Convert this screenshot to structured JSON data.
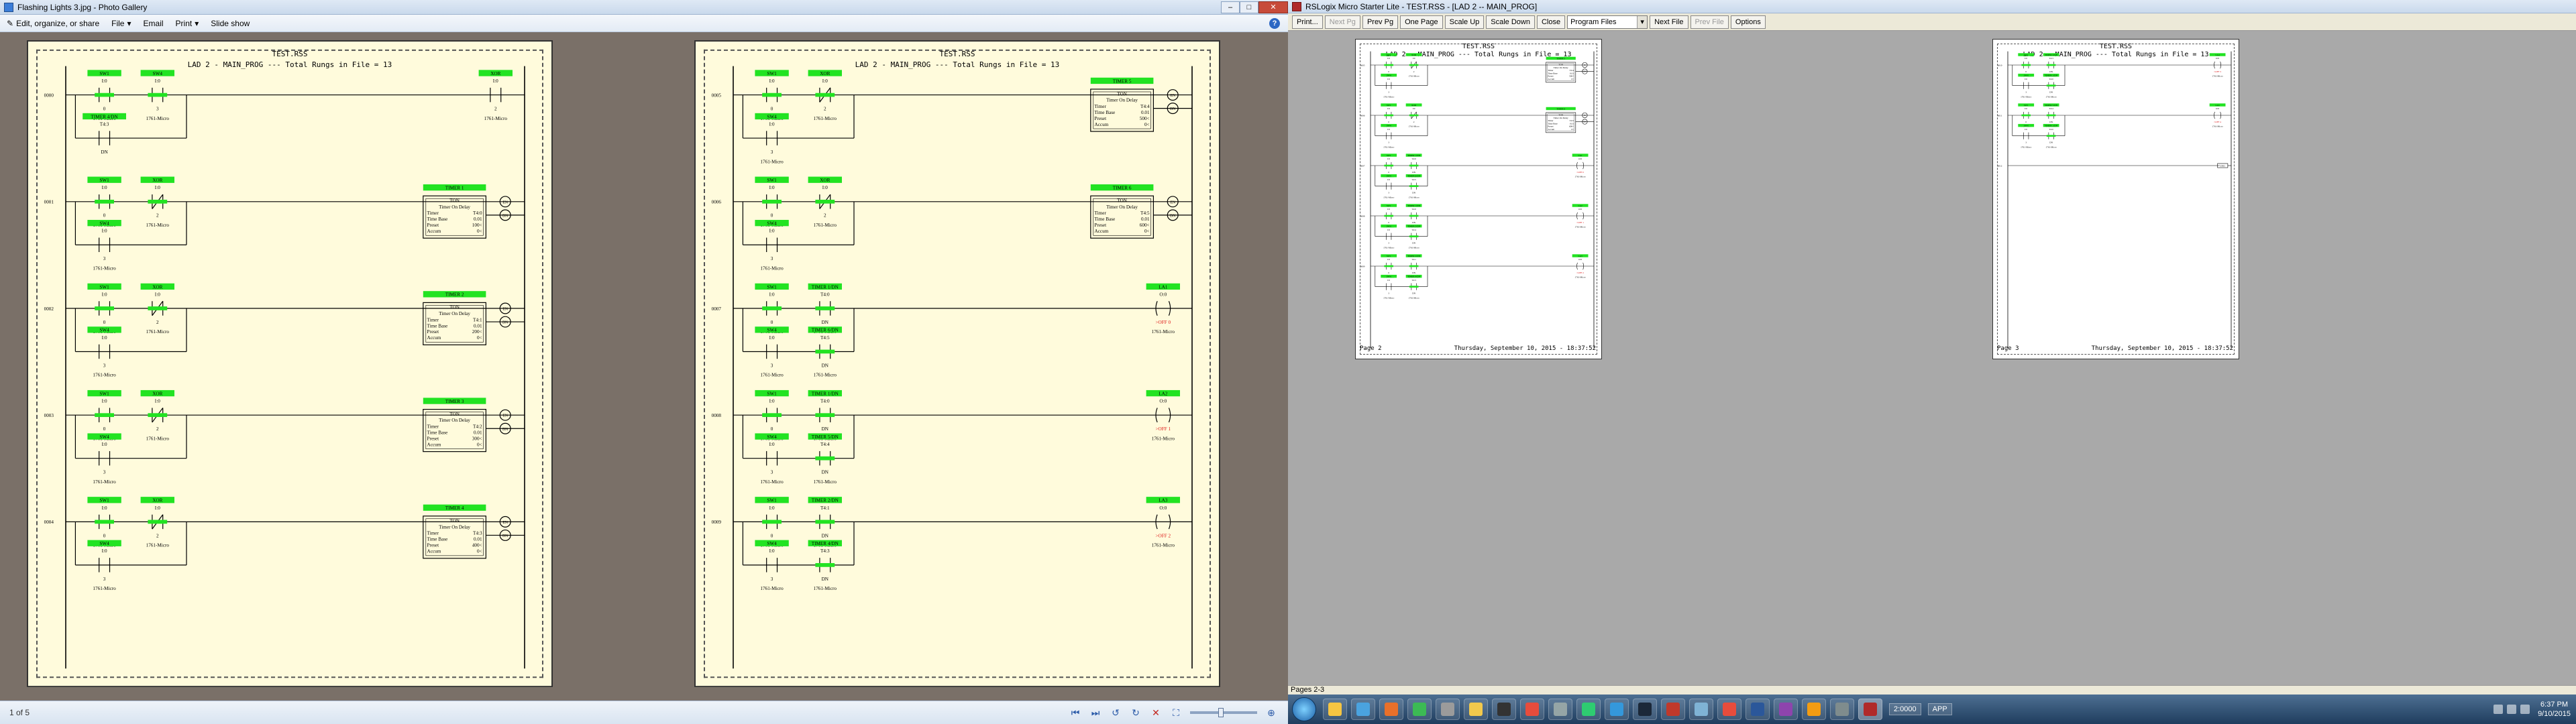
{
  "gallery": {
    "title": "Flashing Lights 3.jpg - Photo Gallery",
    "menu": [
      "Edit, organize, or share",
      "File",
      "Email",
      "Print",
      "Slide show"
    ],
    "status": "1 of 5",
    "page_left": {
      "file_label": "TEST.RSS",
      "lad_header": "LAD 2 - MAIN_PROG --- Total Rungs in File = 13"
    },
    "page_right": {
      "file_label": "TEST.RSS",
      "lad_header": "LAD 2 - MAIN_PROG --- Total Rungs in File = 13"
    }
  },
  "rslogix": {
    "title": "RSLogix Micro Starter Lite - TEST.RSS - [LAD 2 -- MAIN_PROG]",
    "toolbar": [
      "Print...",
      "Next Pg",
      "Prev Pg",
      "One Page",
      "Scale Up",
      "Scale Down",
      "Close"
    ],
    "view_select": "Program Files",
    "toolbar2": [
      "Next File",
      "Prev File",
      "Options"
    ],
    "status": "Pages 2-3",
    "page2": {
      "file_label": "TEST.RSS",
      "lad_header": "LAD 2 - MAIN_PROG --- Total Rungs in File = 13",
      "page_num": "Page 2",
      "date": "Thursday, September 10, 2015 - 18:37:52"
    },
    "page3": {
      "file_label": "TEST.RSS",
      "lad_header": "LAD 2 - MAIN_PROG --- Total Rungs in File = 13",
      "page_num": "Page 3",
      "date": "Thursday, September 10, 2015 - 18:37:52"
    }
  },
  "ladder": {
    "proc": "1761-Micro",
    "ton_title": "TON",
    "ton_sub": "Timer On Delay",
    "fields": [
      "Timer",
      "Time Base",
      "Preset",
      "Accum"
    ],
    "en": "EN",
    "dn": "DN",
    "end": "END",
    "rungs": {
      "0000": {
        "contacts": [
          "SW1",
          "SW4",
          "XOR"
        ],
        "addr": [
          "I:0",
          "I:0",
          "I:0"
        ],
        "bits": [
          "0",
          "3",
          "2"
        ]
      },
      "0001": {
        "contacts": [
          "SW1",
          "XOR",
          "SW4"
        ],
        "timer": {
          "label": "TIMER 1",
          "t": "T4:0",
          "base": "0.01",
          "preset": "100",
          "accum": "0"
        }
      },
      "0002": {
        "contacts": [
          "SW1",
          "XOR",
          "SW4"
        ],
        "timer": {
          "label": "TIMER 2",
          "t": "T4:1",
          "base": "0.01",
          "preset": "200",
          "accum": "0"
        }
      },
      "0003": {
        "contacts": [
          "SW1",
          "XOR",
          "SW4"
        ],
        "timer": {
          "label": "TIMER 3",
          "t": "T4:2",
          "base": "0.01",
          "preset": "300",
          "accum": "0"
        }
      },
      "0004": {
        "contacts": [
          "SW1",
          "XOR",
          "SW4"
        ],
        "timer": {
          "label": "TIMER 4",
          "t": "T4:3",
          "base": "0.01",
          "preset": "400",
          "accum": "0"
        }
      },
      "0005": {
        "contacts": [
          "SW1",
          "XOR",
          "SW4"
        ],
        "timer": {
          "label": "TIMER 5",
          "t": "T4:4",
          "base": "0.01",
          "preset": "500",
          "accum": "0"
        }
      },
      "0006": {
        "contacts": [
          "SW1",
          "XOR",
          "SW4"
        ],
        "timer": {
          "label": "TIMER 6",
          "t": "T4:5",
          "base": "0.01",
          "preset": "600",
          "accum": "0"
        }
      },
      "0007": {
        "contacts": [
          "SW1",
          "TIMER 1/DN",
          "SW4",
          "TIMER 6/DN"
        ],
        "out": {
          "label": "LA1",
          "addr": "O:0",
          "note": ">OFF 0"
        }
      },
      "0008": {
        "contacts": [
          "SW1",
          "TIMER 1/DN",
          "SW4",
          "TIMER 5/DN"
        ],
        "out": {
          "label": "LA2",
          "addr": "O:0",
          "note": ">OFF 1"
        }
      },
      "0009": {
        "contacts": [
          "SW1",
          "TIMER 2/DN",
          "SW4",
          "TIMER 4/DN"
        ],
        "out": {
          "label": "LA3",
          "addr": "O:0",
          "note": ">OFF 2"
        }
      },
      "0010": {
        "contacts": [
          "SW1",
          "TIMER 4/DN",
          "SW4",
          "TIMER 1/DN"
        ],
        "out": {
          "label": "LA4",
          "addr": "O:0",
          "note": ">OFF 3"
        }
      },
      "0011": {
        "contacts": [
          "SW1",
          "TIMER 5/DN",
          "SW4",
          "TIMER 1/DN"
        ],
        "out": {
          "label": "LA5",
          "addr": "O:0",
          "note": ">OFF 4"
        }
      },
      "0012": {
        "end": true
      }
    }
  },
  "taskbar": {
    "extra": [
      "2:0000",
      "APP"
    ],
    "time": "6:37 PM",
    "date": "9/10/2015",
    "icons": [
      "windows-explorer-icon",
      "media-player-icon",
      "firefox-icon",
      "chrome-icon",
      "notepad-icon",
      "folder-icon",
      "terminal-icon",
      "paint-icon",
      "settings-icon",
      "chart-icon",
      "dolphin-icon",
      "steam-icon",
      "acrobat-icon",
      "photo-gallery-icon",
      "pdf-icon",
      "word-icon",
      "tool-icon",
      "vlc-icon",
      "calculator-icon",
      "rslogix-icon"
    ]
  }
}
